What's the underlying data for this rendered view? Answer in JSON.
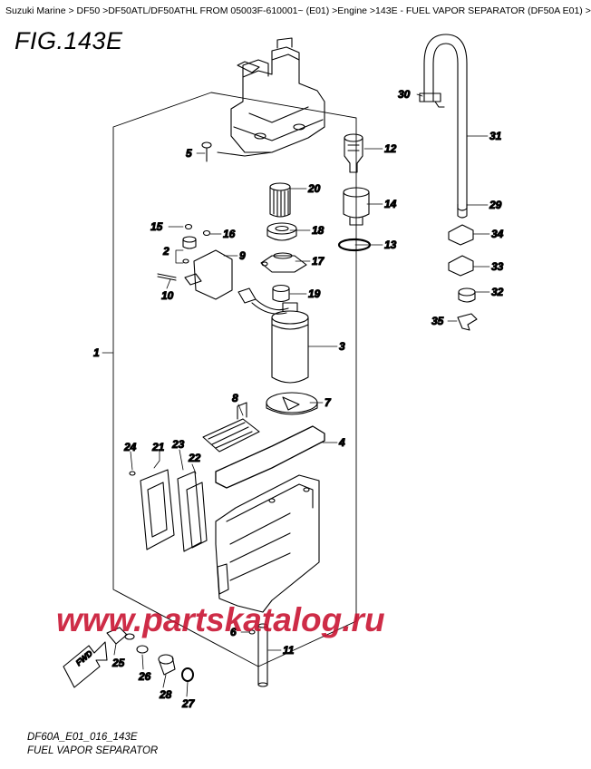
{
  "breadcrumb": "Suzuki Marine > DF50 >DF50ATL/DF50ATHL FROM 05003F-610001~ (E01) >Engine >143E - FUEL VAPOR SEPARATOR (DF50A E01) >",
  "figure_title": "FIG.143E",
  "drawing_code": "DF60A_E01_016_143E",
  "caption": "FUEL VAPOR SEPARATOR",
  "watermark": "www.partskatalog.ru",
  "fwd_label": "FWD",
  "callouts": [
    {
      "id": "c1",
      "label": "1"
    },
    {
      "id": "c2",
      "label": "2"
    },
    {
      "id": "c3",
      "label": "3"
    },
    {
      "id": "c4",
      "label": "4"
    },
    {
      "id": "c5",
      "label": "5"
    },
    {
      "id": "c6",
      "label": "6"
    },
    {
      "id": "c7",
      "label": "7"
    },
    {
      "id": "c8",
      "label": "8"
    },
    {
      "id": "c9",
      "label": "9"
    },
    {
      "id": "c10",
      "label": "10"
    },
    {
      "id": "c11",
      "label": "11"
    },
    {
      "id": "c12",
      "label": "12"
    },
    {
      "id": "c13",
      "label": "13"
    },
    {
      "id": "c14",
      "label": "14"
    },
    {
      "id": "c15",
      "label": "15"
    },
    {
      "id": "c16",
      "label": "16"
    },
    {
      "id": "c17",
      "label": "17"
    },
    {
      "id": "c18",
      "label": "18"
    },
    {
      "id": "c19",
      "label": "19"
    },
    {
      "id": "c20",
      "label": "20"
    },
    {
      "id": "c21",
      "label": "21"
    },
    {
      "id": "c22",
      "label": "22"
    },
    {
      "id": "c23",
      "label": "23"
    },
    {
      "id": "c24",
      "label": "24"
    },
    {
      "id": "c25",
      "label": "25"
    },
    {
      "id": "c26",
      "label": "26"
    },
    {
      "id": "c27",
      "label": "27"
    },
    {
      "id": "c28",
      "label": "28"
    },
    {
      "id": "c29",
      "label": "29"
    },
    {
      "id": "c30",
      "label": "30"
    },
    {
      "id": "c31",
      "label": "31"
    },
    {
      "id": "c32",
      "label": "32"
    },
    {
      "id": "c33",
      "label": "33"
    },
    {
      "id": "c34",
      "label": "34"
    },
    {
      "id": "c35",
      "label": "35"
    }
  ]
}
